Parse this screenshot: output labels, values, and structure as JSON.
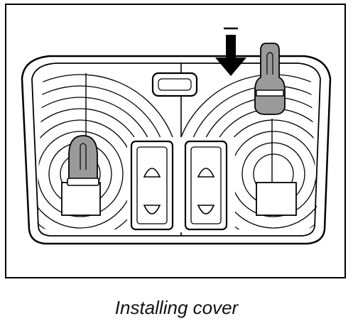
{
  "caption": "Installing cover",
  "figure": {
    "subject": "overhead-lamp-housing",
    "bulbs": [
      "left-bulb",
      "right-bulb"
    ],
    "switches": [
      "left-switch",
      "right-switch"
    ],
    "arrow_direction": "down",
    "colors": {
      "line": "#000000",
      "bulb_fill": "#9a9a9a",
      "background": "#ffffff"
    }
  }
}
